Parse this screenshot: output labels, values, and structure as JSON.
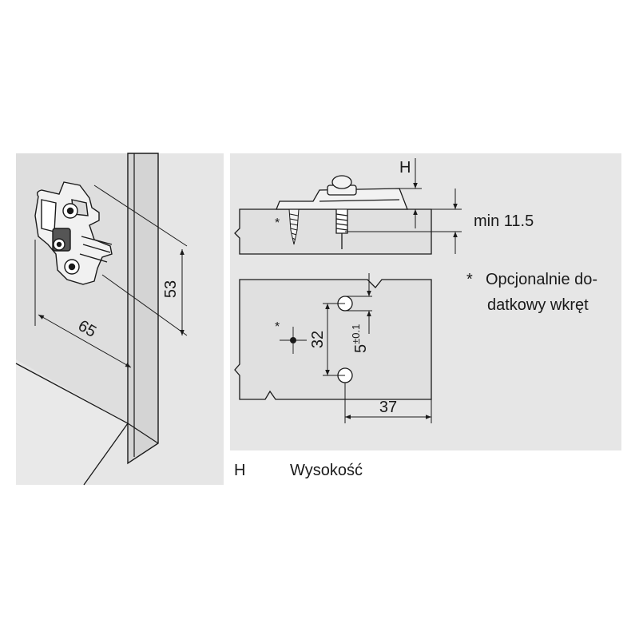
{
  "dimensions": {
    "width_65": "65",
    "height_53": "53",
    "H_label": "H",
    "min_thickness": "min 11.5",
    "spacing_32": "32",
    "offset_5": "5",
    "tolerance": "±0.1",
    "edge_37": "37"
  },
  "markers": {
    "asterisk": "*"
  },
  "note": {
    "marker": "*",
    "line1": "Opcjonalnie do-",
    "line2": "datkowy wkręt"
  },
  "legend": {
    "key": "H",
    "value": "Wysokość"
  },
  "colors": {
    "panel_bg": "#e6e6e6",
    "cabinet_wall": "#dcdcdc",
    "cabinet_edge": "#cfcfcf",
    "board_fill": "#e2e2e2",
    "line": "#1a1a1a"
  }
}
